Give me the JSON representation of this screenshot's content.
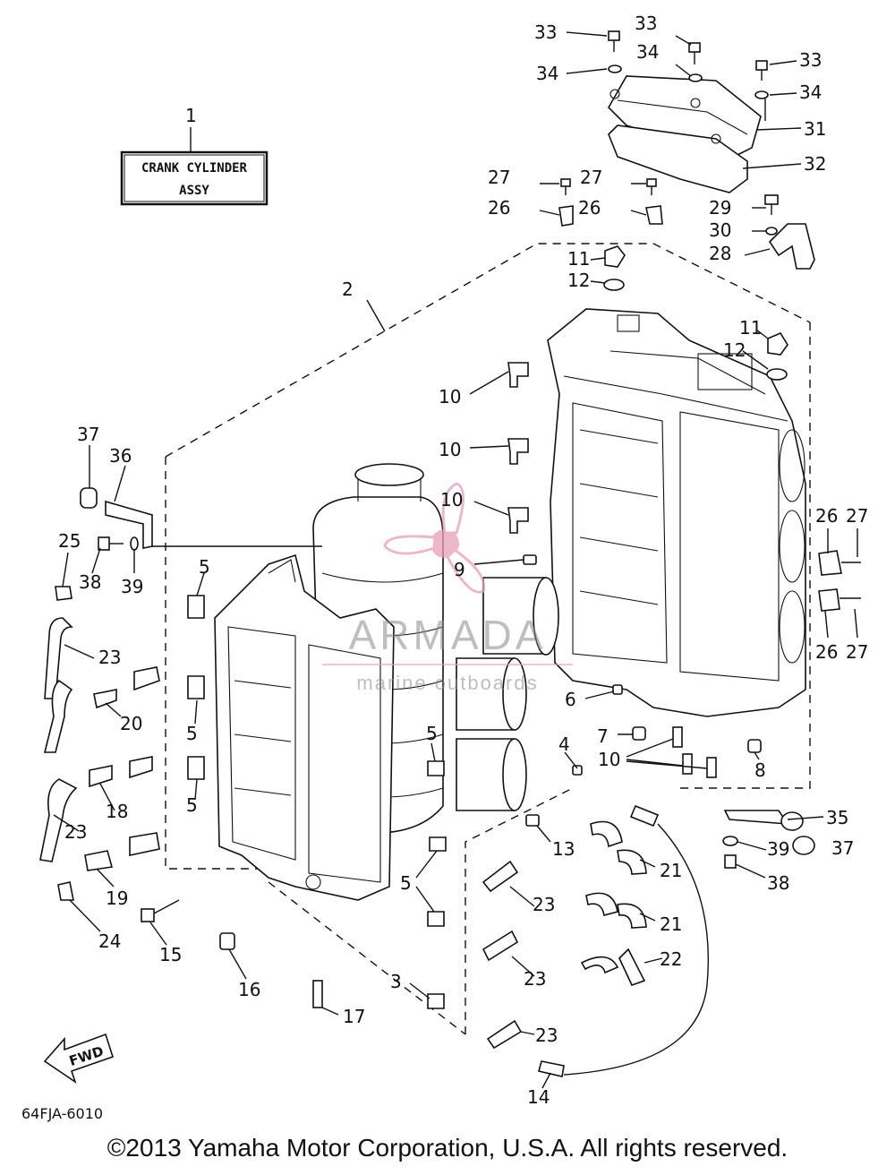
{
  "title_box": {
    "line1": "CRANK CYLINDER",
    "line2": "ASSY"
  },
  "watermark": {
    "name": "ARMADA",
    "sub": "marine outboards",
    "accent": "#e8a0b8"
  },
  "fwd_label": "FWD",
  "drawing_code": "64FJA-6010",
  "copyright": "©2013 Yamaha Motor Corporation, U.S.A. All rights reserved.",
  "callouts": {
    "c1": "1",
    "c2": "2",
    "c3": "3",
    "c4": "4",
    "c5a": "5",
    "c5b": "5",
    "c5c": "5",
    "c5d": "5",
    "c5e": "5",
    "c6": "6",
    "c7": "7",
    "c8": "8",
    "c9": "9",
    "c10a": "10",
    "c10b": "10",
    "c10c": "10",
    "c10d": "10",
    "c11a": "11",
    "c11b": "11",
    "c12a": "12",
    "c12b": "12",
    "c13": "13",
    "c14": "14",
    "c15": "15",
    "c16": "16",
    "c17": "17",
    "c18": "18",
    "c19": "19",
    "c20": "20",
    "c21a": "21",
    "c21b": "21",
    "c22": "22",
    "c23a": "23",
    "c23b": "23",
    "c23c": "23",
    "c23d": "23",
    "c23e": "23",
    "c24": "24",
    "c25": "25",
    "c26a": "26",
    "c26b": "26",
    "c26c": "26",
    "c26d": "26",
    "c27a": "27",
    "c27b": "27",
    "c27c": "27",
    "c27d": "27",
    "c28": "28",
    "c29": "29",
    "c30": "30",
    "c31": "31",
    "c32": "32",
    "c33a": "33",
    "c33b": "33",
    "c33c": "33",
    "c34a": "34",
    "c34b": "34",
    "c34c": "34",
    "c35": "35",
    "c36": "36",
    "c37a": "37",
    "c37b": "37",
    "c38a": "38",
    "c38b": "38",
    "c39a": "39",
    "c39b": "39"
  }
}
